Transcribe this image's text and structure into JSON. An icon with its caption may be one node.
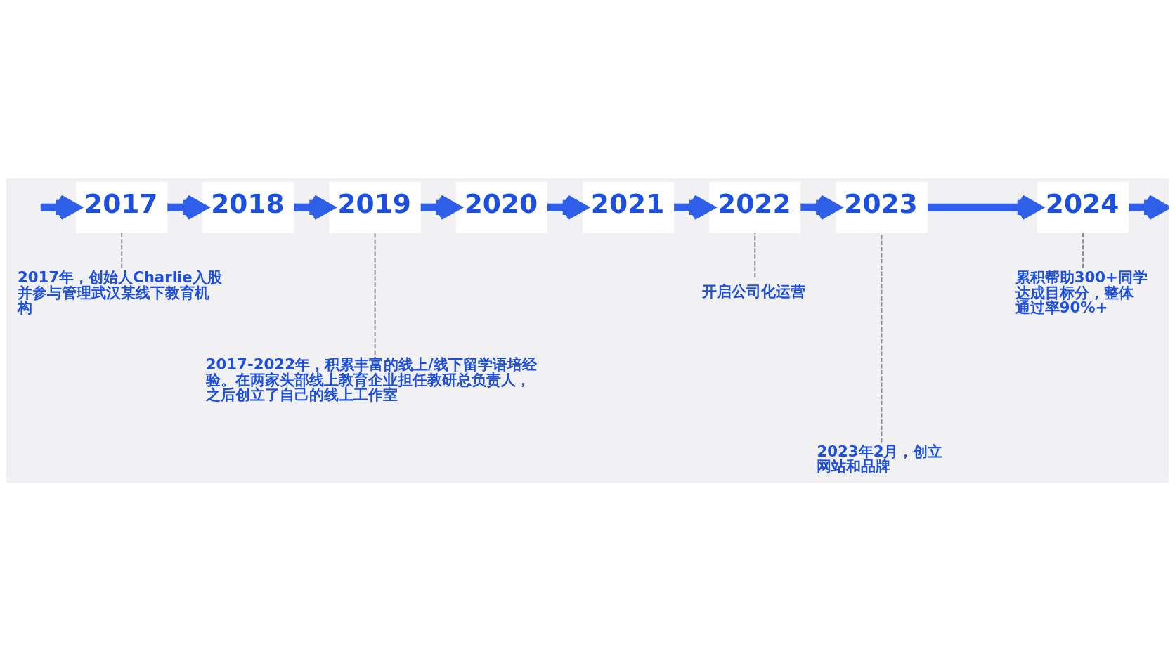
{
  "diagram": {
    "nodes": [
      {
        "text": [
          "2017"
        ]
      },
      {
        "text": [
          "2018"
        ]
      },
      {
        "text": [
          "2019"
        ]
      },
      {
        "text": [
          "2020"
        ]
      },
      {
        "text": [
          "2021"
        ]
      },
      {
        "text": [
          "2022"
        ]
      },
      {
        "text": [
          "2023"
        ]
      },
      {
        "text": [
          "2024"
        ]
      },
      {
        "text": [
          "2017年，创始人Charlie入股并参与管理武汉某线下教育机构"
        ]
      },
      {
        "text": [
          "2017-2022年，积累丰富的线上/线下留学语培经验。在两家头部线上教育企业担任教研总负责人，之后创立了自己的线上工作室"
        ]
      },
      {
        "text": [
          "开启公司化运营"
        ]
      },
      {
        "text": [
          "2023年2月，创立网站和品牌"
        ]
      },
      {
        "text": [
          "累积帮助300+同学达成目标分，整体通过率90%+"
        ]
      }
    ],
    "edges": [
      {
        "from": null,
        "to": 0,
        "arrow": "to"
      },
      {
        "from": 0,
        "to": 1,
        "arrow": "to"
      },
      {
        "from": 1,
        "to": 2,
        "arrow": "to"
      },
      {
        "from": 2,
        "to": 3,
        "arrow": "to"
      },
      {
        "from": 3,
        "to": 4,
        "arrow": "to"
      },
      {
        "from": 4,
        "to": 5,
        "arrow": "to"
      },
      {
        "from": 5,
        "to": 6,
        "arrow": "to"
      },
      {
        "from": 6,
        "to": 7,
        "arrow": "to"
      },
      {
        "from": 7,
        "to": null,
        "arrow": "to"
      },
      {
        "from": 8,
        "to": 0,
        "arrow": "none",
        "style": "dashed",
        "color": "#8c8c94"
      },
      {
        "from": 9,
        "to": 2,
        "arrow": "none",
        "style": "dashed",
        "color": "#8c8c94"
      },
      {
        "from": 10,
        "to": 5,
        "arrow": "none",
        "style": "dashed",
        "color": "#8c8c94"
      },
      {
        "from": 11,
        "to": 6,
        "arrow": "none",
        "style": "dashed",
        "color": "#8c8c94"
      },
      {
        "from": 12,
        "to": 7,
        "arrow": "none",
        "style": "dashed",
        "color": "#8c8c94"
      }
    ]
  }
}
